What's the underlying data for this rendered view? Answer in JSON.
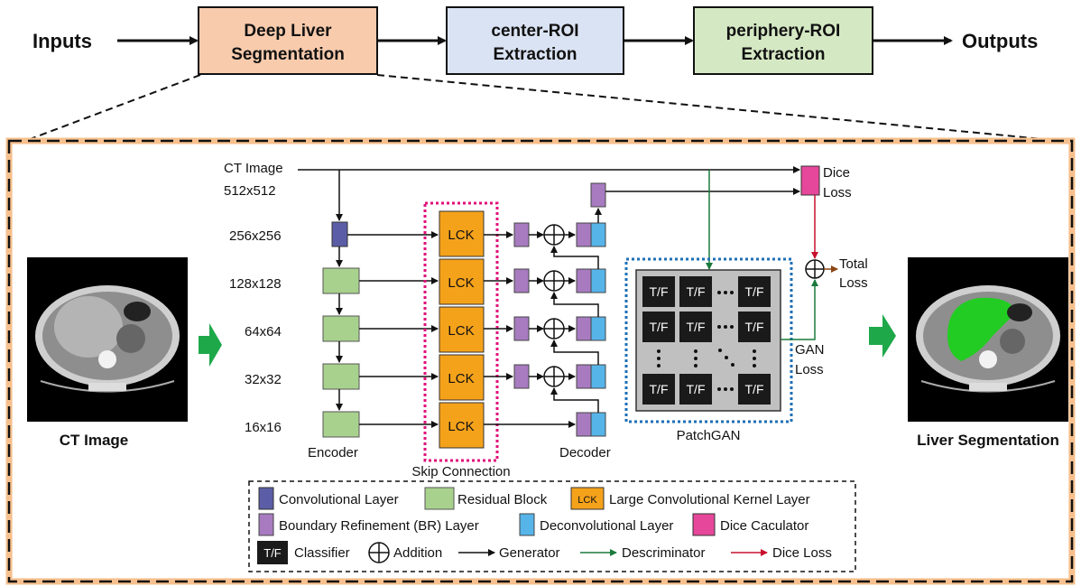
{
  "pipeline": {
    "inputs": "Inputs",
    "step1": [
      "Deep Liver",
      "Segmentation"
    ],
    "step2": [
      "center-ROI",
      "Extraction"
    ],
    "step3": [
      "periphery-ROI",
      "Extraction"
    ],
    "outputs": "Outputs"
  },
  "panel": {
    "ct_label": "CT Image",
    "seg_label": "Liver Segmentation"
  },
  "network": {
    "ct_image": "CT Image",
    "resolutions": [
      "512x512",
      "256x256",
      "128x128",
      "64x64",
      "32x32",
      "16x16"
    ],
    "lck": "LCK",
    "encoder": "Encoder",
    "decoder": "Decoder",
    "skip": "Skip Connection",
    "dice_loss": [
      "Dice",
      "Loss"
    ],
    "total_loss": [
      "Total",
      "Loss"
    ],
    "gan_loss": [
      "GAN",
      "Loss"
    ],
    "patchgan": "PatchGAN",
    "tf": "T/F"
  },
  "legend": {
    "conv": "Convolutional Layer",
    "residual": "Residual Block",
    "lck_tag": "LCK",
    "lck": "Large Convolutional Kernel Layer",
    "br": "Boundary Refinement (BR) Layer",
    "deconv": "Deconvolutional Layer",
    "dice": "Dice Caculator",
    "tf": "T/F",
    "classifier": "Classifier",
    "addition": "Addition",
    "generator": "Generator",
    "discriminator": "Descriminator",
    "dice_loss": "Dice Loss"
  },
  "colors": {
    "seg_box": "#f8cbad",
    "roi_center": "#dae3f3",
    "roi_periphery": "#d5e8c4",
    "conv": "#5b5ea6",
    "residual": "#a9d18e",
    "lck": "#f5a21b",
    "br": "#a87bc0",
    "deconv": "#56b4e9",
    "dice": "#e6479a",
    "generator_arrow": "#111111",
    "discriminator_arrow": "#1a7a3c",
    "dice_arrow": "#c8102e",
    "liver": "#22cc22"
  }
}
